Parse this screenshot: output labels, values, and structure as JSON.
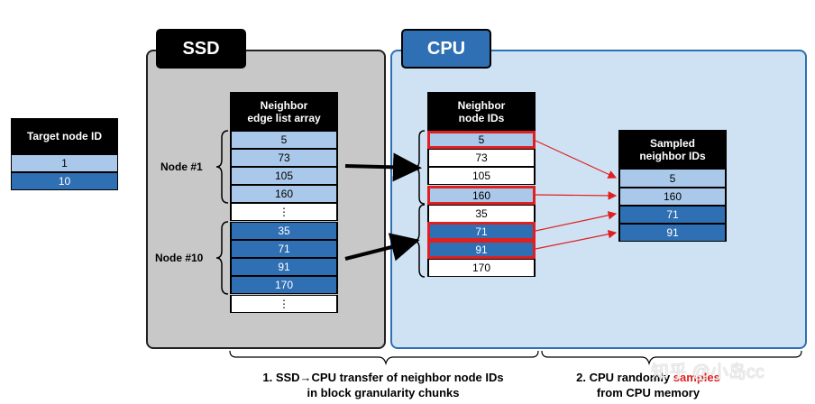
{
  "target": {
    "header": "Target node ID",
    "rows": [
      "1",
      "10"
    ]
  },
  "ssd": {
    "title": "SSD",
    "array_header_1": "Neighbor",
    "array_header_2": "edge list array",
    "node1_label": "Node #1",
    "node10_label": "Node #10",
    "cells": [
      "5",
      "73",
      "105",
      "160",
      "⋮",
      "35",
      "71",
      "91",
      "170",
      "⋮"
    ]
  },
  "cpu": {
    "title": "CPU",
    "ids_header_1": "Neighbor",
    "ids_header_2": "node IDs",
    "cells": [
      "5",
      "73",
      "105",
      "160",
      "35",
      "71",
      "91",
      "170"
    ],
    "sampled_header_1": "Sampled",
    "sampled_header_2": "neighbor IDs",
    "sampled": [
      "5",
      "160",
      "71",
      "91"
    ]
  },
  "captions": {
    "step1_line1": "1. SSD→CPU transfer of neighbor node IDs",
    "step1_line2": "in block granularity chunks",
    "step2_line1_a": "2. CPU randomly ",
    "step2_line1_b": "samples",
    "step2_line2": "from CPU memory"
  },
  "watermark": "知乎 @小岛cc",
  "colors": {
    "light_blue": "#a9c8ea",
    "dark_blue": "#2f6fb3",
    "cpu_bg": "#cfe2f3",
    "ssd_bg": "#c8c8c8",
    "highlight": "#e02020"
  }
}
